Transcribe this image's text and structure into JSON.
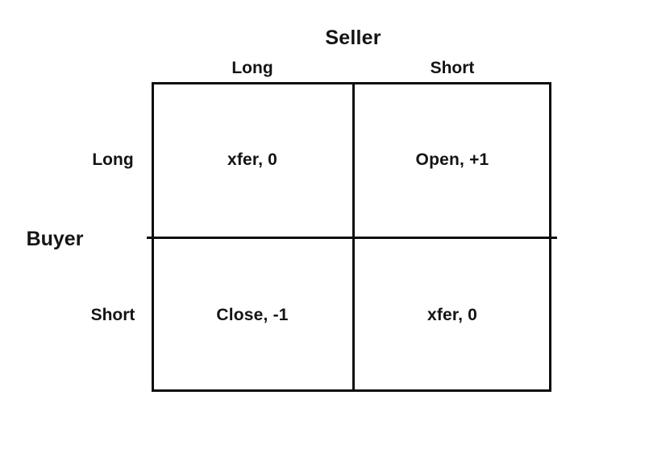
{
  "colors": {
    "background": "#ffffff",
    "line": "#0d0d0d",
    "text": "#141414"
  },
  "diagram": {
    "title": "Seller",
    "side_label": "Buyer",
    "columns": [
      "Long",
      "Short"
    ],
    "rows": [
      "Long",
      "Short"
    ],
    "cells": [
      [
        "xfer, 0",
        "Open, +1"
      ],
      [
        "Close, -1",
        "xfer, 0"
      ]
    ]
  }
}
